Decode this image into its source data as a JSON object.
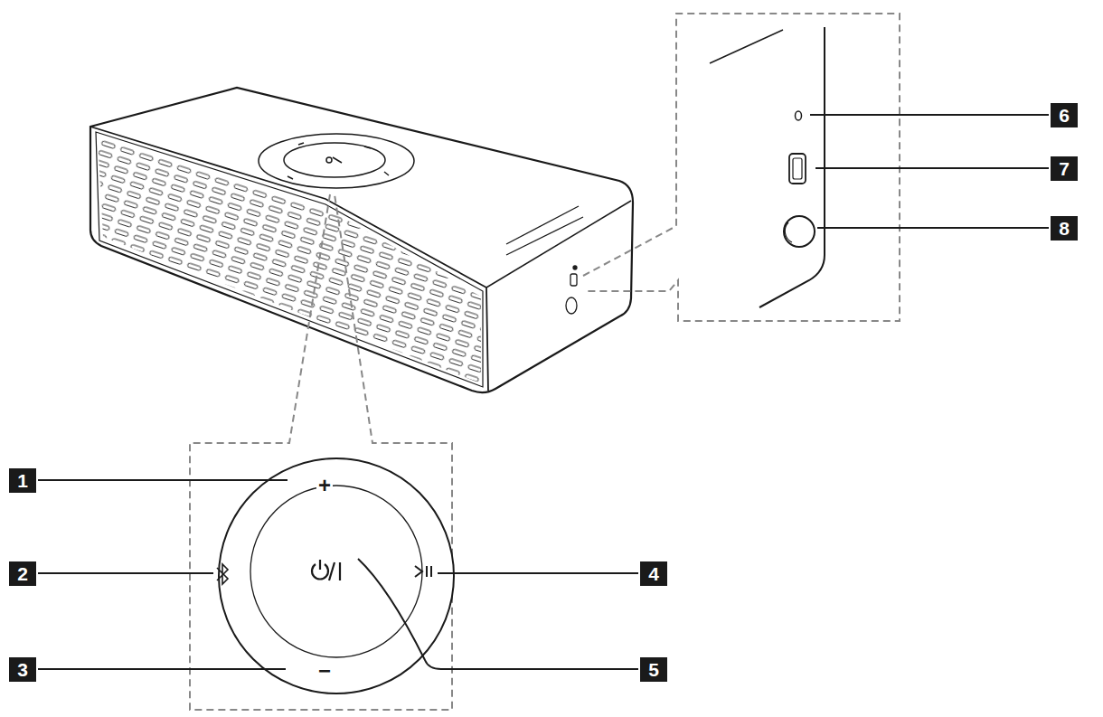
{
  "diagram": {
    "labels": [
      "1",
      "2",
      "3",
      "4",
      "5",
      "6",
      "7",
      "8",
      "+",
      "−"
    ]
  }
}
